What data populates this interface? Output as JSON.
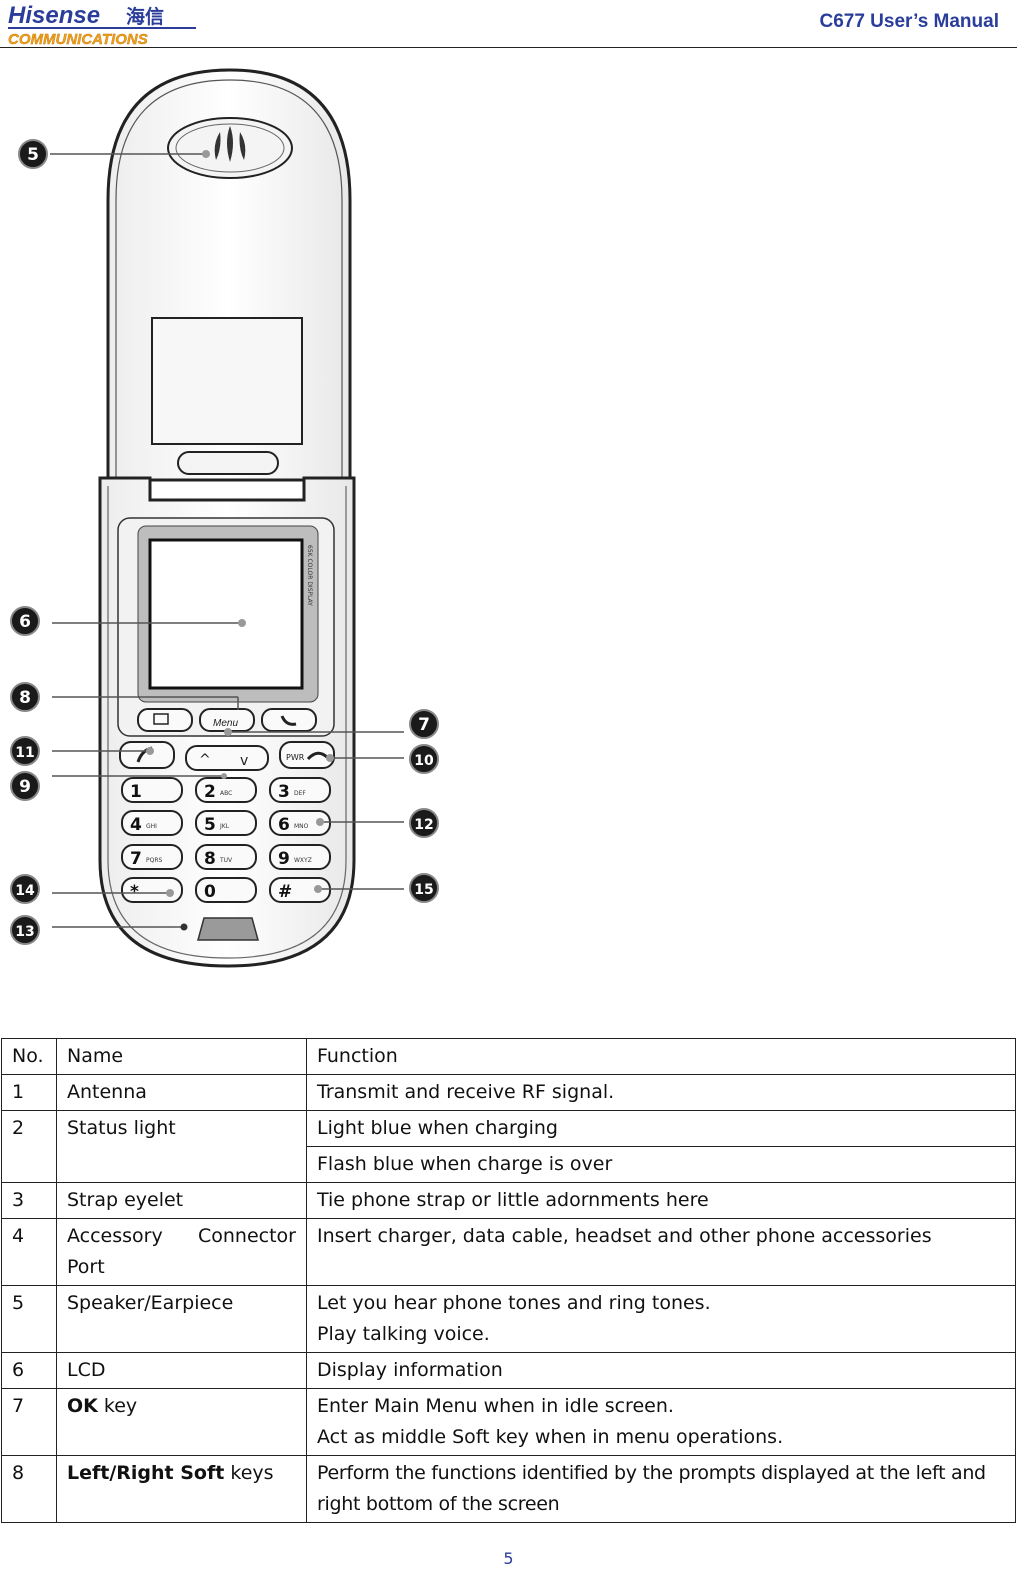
{
  "header": {
    "logo_text": "Hisense",
    "logo_cjk": "海信",
    "logo_sub": "COMMUNICATIONS",
    "manual_title": "C677 User’s Manual"
  },
  "figure": {
    "callouts": [
      "5",
      "6",
      "8",
      "11",
      "9",
      "14",
      "13",
      "7",
      "10",
      "12",
      "15"
    ],
    "printed_text": {
      "lcd_side": "65K COLOR DISPLAY",
      "menu_key": "Menu",
      "pwr_key": "PWR",
      "keys": [
        "1",
        "2",
        "3",
        "4",
        "5",
        "6",
        "7",
        "8",
        "9",
        "*",
        "0",
        "#"
      ],
      "key_letters": [
        "ABC",
        "DEF",
        "GHI",
        "JKL",
        "MNO",
        "PQRS",
        "TUV",
        "WXYZ"
      ]
    }
  },
  "table": {
    "header": {
      "no": "No.",
      "name": "Name",
      "function": "Function"
    },
    "rows": [
      {
        "no": "1",
        "name": "Antenna",
        "function": "Transmit and receive RF signal."
      },
      {
        "no": "2",
        "name": "Status light",
        "function_lines": [
          "Light blue when charging",
          "Flash blue when charge is over"
        ]
      },
      {
        "no": "3",
        "name": "Strap eyelet",
        "function": "Tie phone strap or little adornments here"
      },
      {
        "no": "4",
        "name": "Accessory Connector Port",
        "function": "Insert charger, data cable, headset and other phone accessories"
      },
      {
        "no": "5",
        "name": "Speaker/Earpiece",
        "function_lines": [
          "Let you hear phone tones and ring tones.",
          "Play talking voice."
        ]
      },
      {
        "no": "6",
        "name": "LCD",
        "function": "Display information"
      },
      {
        "no": "7",
        "name_bold": "OK",
        "name_rest": " key",
        "function_lines": [
          "Enter Main Menu when in idle screen.",
          "Act as middle Soft key when in menu operations."
        ]
      },
      {
        "no": "8",
        "name_bold": "Left/Right Soft",
        "name_rest": " keys",
        "function": "Perform the functions identified by the prompts displayed at the left and right bottom of the screen"
      }
    ]
  },
  "page_number": "5",
  "colors": {
    "brand_blue": "#2a3d9a",
    "logo_orange": "#f0a020",
    "callout_fill": "#1a1a1a"
  }
}
